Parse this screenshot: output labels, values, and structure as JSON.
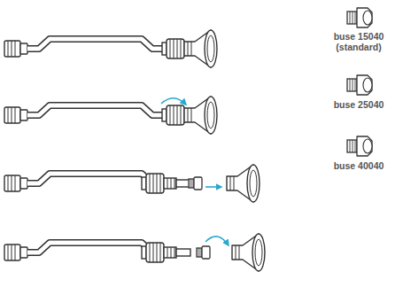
{
  "diagram": {
    "labels": [
      "buse 15040 (standard)",
      "buse 25040",
      "buse 40040"
    ]
  }
}
